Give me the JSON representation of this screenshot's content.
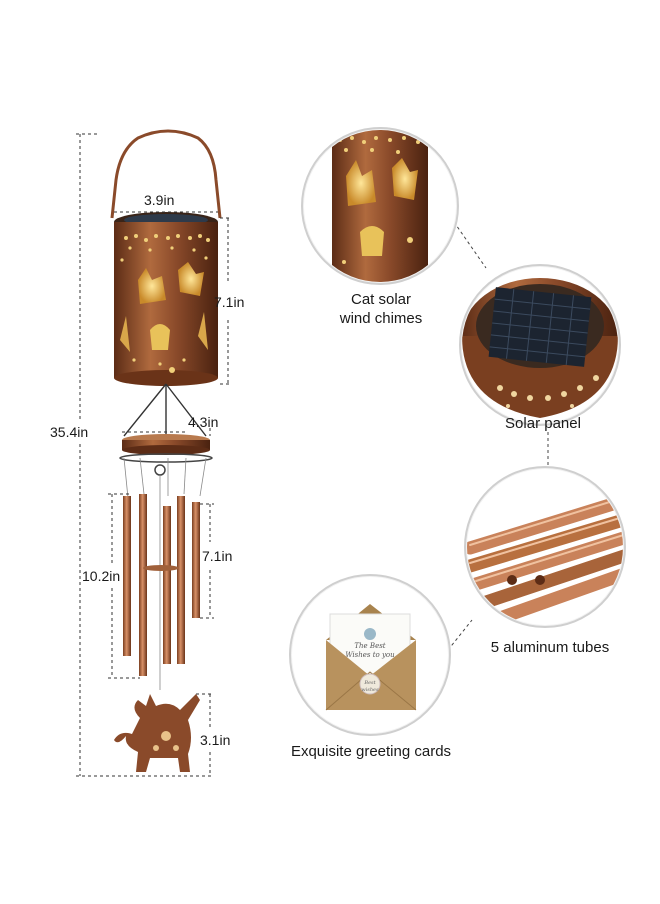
{
  "dimensions": {
    "overall_height": "35.4in",
    "lantern_width": "3.9in",
    "lantern_height": "7.1in",
    "ring_width": "4.3in",
    "chimes_length": "10.2in",
    "tube_length": "7.1in",
    "cat_height": "3.1in"
  },
  "features": {
    "cat_lantern": "Cat solar\nwind chimes",
    "solar_panel": "Solar panel",
    "tubes": "5 aluminum tubes",
    "card": "Exquisite greeting cards"
  },
  "colors": {
    "copper": "#8a4a2a",
    "copper_light": "#c77a4a",
    "glow": "#e8c25a",
    "card_kraft": "#b8925e"
  },
  "card_text": {
    "line1": "The Best",
    "line2": "Wishes to you",
    "seal": "Best wishes"
  }
}
